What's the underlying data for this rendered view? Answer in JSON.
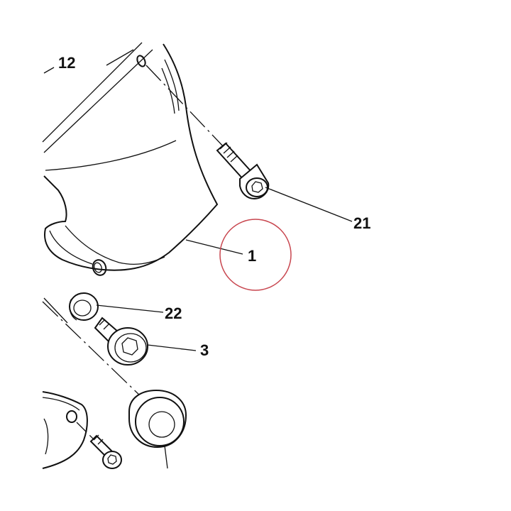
{
  "callouts": {
    "c12": "12",
    "c21": "21",
    "c1": "1",
    "c22": "22",
    "c3": "3"
  },
  "colors": {
    "line": "#111111",
    "highlight_circle": "#c8464f",
    "background": "#ffffff"
  }
}
